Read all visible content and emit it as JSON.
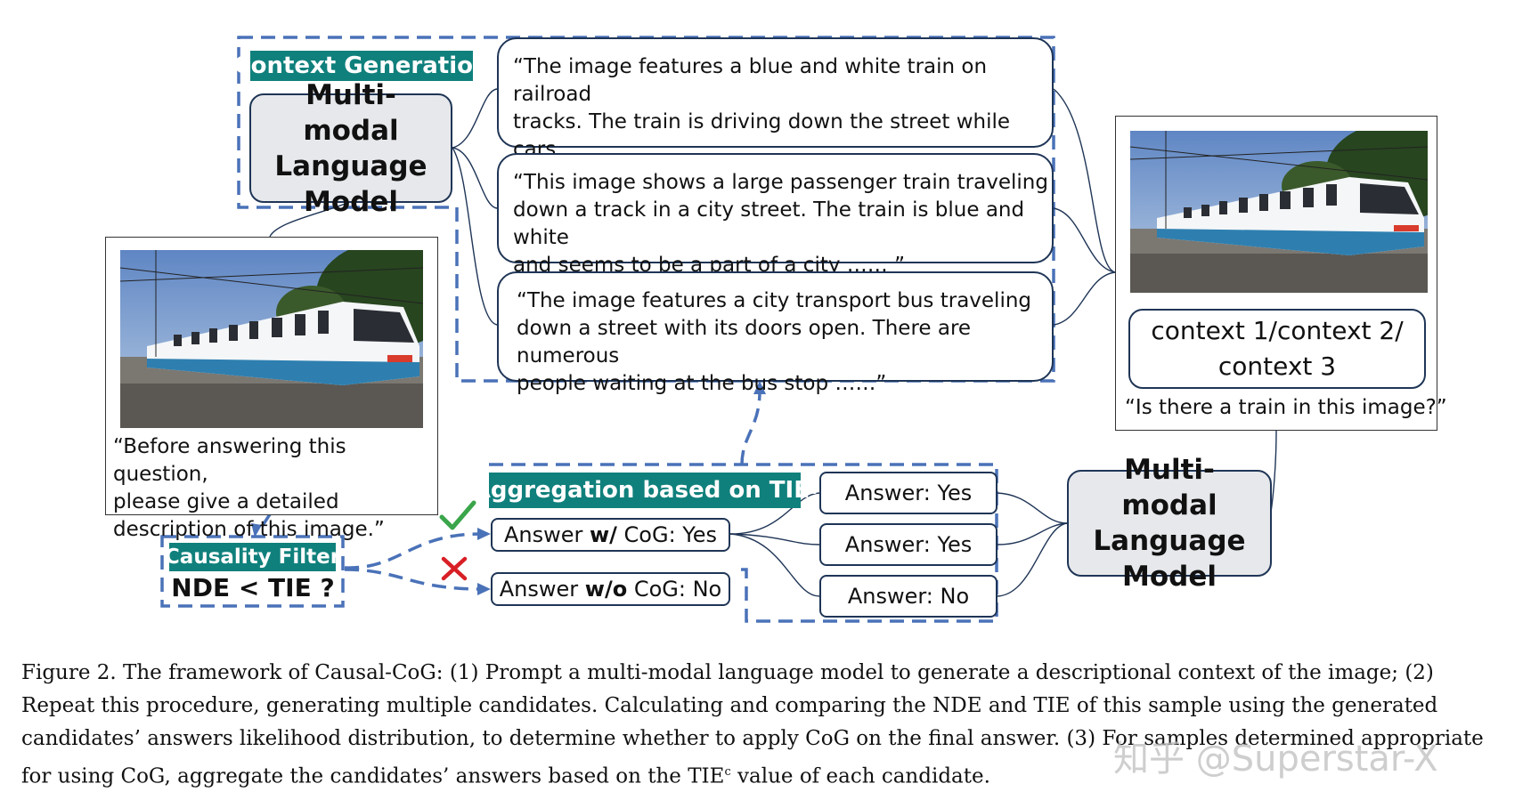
{
  "context_generation": {
    "tag": "Context Generation",
    "model_label": "Multi-modal Language Model"
  },
  "contexts": [
    "“The image features a blue and white train on railroad\ntracks. The train is driving down the street while cars\nare parked nearby …… ”",
    "“This image shows a large passenger train traveling\ndown a track in a city street. The train is blue and white\nand seems to be a part of a city …… ”",
    "“The image features a city transport bus traveling\ndown a street with its doors open. There are numerous\npeople waiting at the bus stop ……”"
  ],
  "prompt_box": {
    "quote": "“Before answering this question,\nplease give a detailed\ndescription of this image.”"
  },
  "right_panel": {
    "context_label": "context 1/context 2/\ncontext 3",
    "question": "“Is there a train in this image?”"
  },
  "causality_filter": {
    "tag": "Causality Filter",
    "condition": "NDE < TIE ?"
  },
  "aggregation": {
    "tag": "Aggregation based on TIE",
    "tag_sup": "c"
  },
  "with_cog": {
    "prefix": "Answer ",
    "bold": "w/",
    "suffix": " CoG: Yes"
  },
  "without_cog": {
    "prefix": "Answer ",
    "bold": "w/o",
    "suffix": " CoG: No"
  },
  "answers": [
    "Answer: Yes",
    "Answer: Yes",
    "Answer: No"
  ],
  "bottom_model": {
    "label": "Multi-modal Language Model"
  },
  "icons": {
    "check": "check-icon",
    "cross": "cross-icon"
  },
  "colors": {
    "teal": "#10807c",
    "dashed_blue": "#4a72b8",
    "check_green": "#3aa54a",
    "cross_red": "#d81f26",
    "grey_box": "#e6e8eb"
  },
  "caption": {
    "line1": "Figure 2. The framework of Causal-CoG: (1) Prompt a multi-modal language model to generate a descriptional context of the image; (2)",
    "line2": "Repeat this procedure, generating multiple candidates. Calculating and comparing the NDE and TIE of this sample using the generated",
    "line3": "candidates’ answers likelihood distribution, to determine whether to apply CoG on the final answer. (3) For samples determined appropriate",
    "line4_a": "for using CoG, aggregate the candidates’ answers based on the TIE",
    "line4_sup": "c",
    "line4_b": " value of each candidate."
  },
  "watermark": "知乎 @Superstar-X"
}
